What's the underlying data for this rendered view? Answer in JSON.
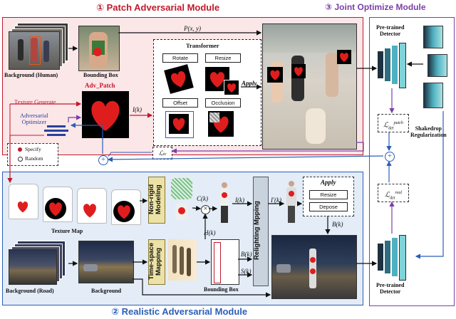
{
  "headers": {
    "patch": "① Patch Adversarial Module",
    "joint": "③ Joint Optimize Module",
    "realistic": "② Realistic Adversarial Module"
  },
  "patch_module": {
    "background_human": "Background (Human)",
    "bounding_box": "Bounding Box",
    "adv_patch": "Adv_Patch",
    "transformer": "Transformer",
    "rotate": "Rotate",
    "resize": "Resize",
    "offset": "Offset",
    "occlusion": "Occlusion",
    "apply": "Apply",
    "pxy": "P(x, y)",
    "ik": "I(k)",
    "texture_generate": "Texture Generate",
    "adversarial_optimizer": "Adversarial\nOptimizer",
    "specify": "Specify",
    "random": "Random",
    "ltv": "ℒtv"
  },
  "joint_module": {
    "detector_top": "Pre-trained\nDetector",
    "ldet_patch": "ℒdet patch",
    "shakedrop": "Shakedrop\nRegularization",
    "ldet_real": "ℒdet real",
    "detector_bottom": "Pre-trained\nDetector"
  },
  "realistic_module": {
    "texture_map": "Texture Map",
    "non_rigid": "Non-rigid\nModeling",
    "time_space": "Time-space\nMapping",
    "ck": "C(k)",
    "hk": "H(k)",
    "ik": "I(k)",
    "ik_prime": "I′(k)",
    "bk": "B(k)",
    "sk": "S(k)",
    "relighting": "Relighting Mpping",
    "apply": "Apply",
    "resize": "Resize",
    "depose": "Depose",
    "bk_down": "B(k)",
    "background_road": "Background (Road)",
    "background": "Background",
    "bounding_box": "Bounding Box"
  },
  "colors": {
    "red": "#c0192b",
    "blue": "#2b5fb8",
    "purple": "#7b3fa6",
    "heart": "#e01d1d",
    "gold": "#ece2a6"
  }
}
